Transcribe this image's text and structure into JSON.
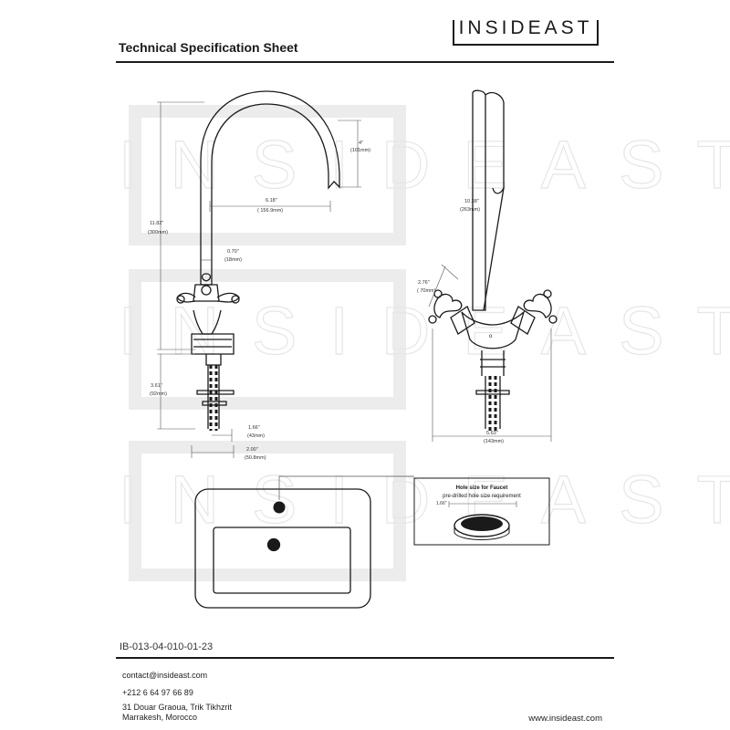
{
  "brand": {
    "name": "INSIDEAST"
  },
  "header": {
    "title": "Technical Specification Sheet"
  },
  "watermark": {
    "text": "INSIDEAST"
  },
  "front_view": {
    "total_height": "11.82\"",
    "total_height_mm": "(300mm)",
    "spout_drop": "4\"",
    "spout_drop_mm": "(101mm)",
    "spout_reach": "6.18\"",
    "spout_reach_mm": "( 156.9mm)",
    "neck": "0.70\"",
    "neck_mm": "(18mm)",
    "shank": "3.61\"",
    "shank_mm": "(92mm)",
    "shank_width": "1.66\"",
    "shank_width_mm": "(43mm)",
    "base_width": "2.00\"",
    "base_width_mm": "(50.8mm)"
  },
  "side_view": {
    "height": "10.38\"",
    "height_mm": "(263mm)",
    "handle": "2.76\"",
    "handle_mm": "( 70mm)",
    "width": "5.63\"",
    "width_mm": "(143mm)"
  },
  "hole_panel": {
    "title": "Hole size for Faucet",
    "subtitle": "pre-drilled hole size requirement",
    "diameter": "1.66\""
  },
  "footer": {
    "reference": "IB-013-04-010-01-23",
    "email": "contact@insideast.com",
    "phone": "+212 6 64 97 66 89",
    "address_line1": "31 Douar Graoua, Trik Tikhzrit",
    "address_line2": "Marrakesh, Morocco",
    "website": "www.insideast.com"
  }
}
